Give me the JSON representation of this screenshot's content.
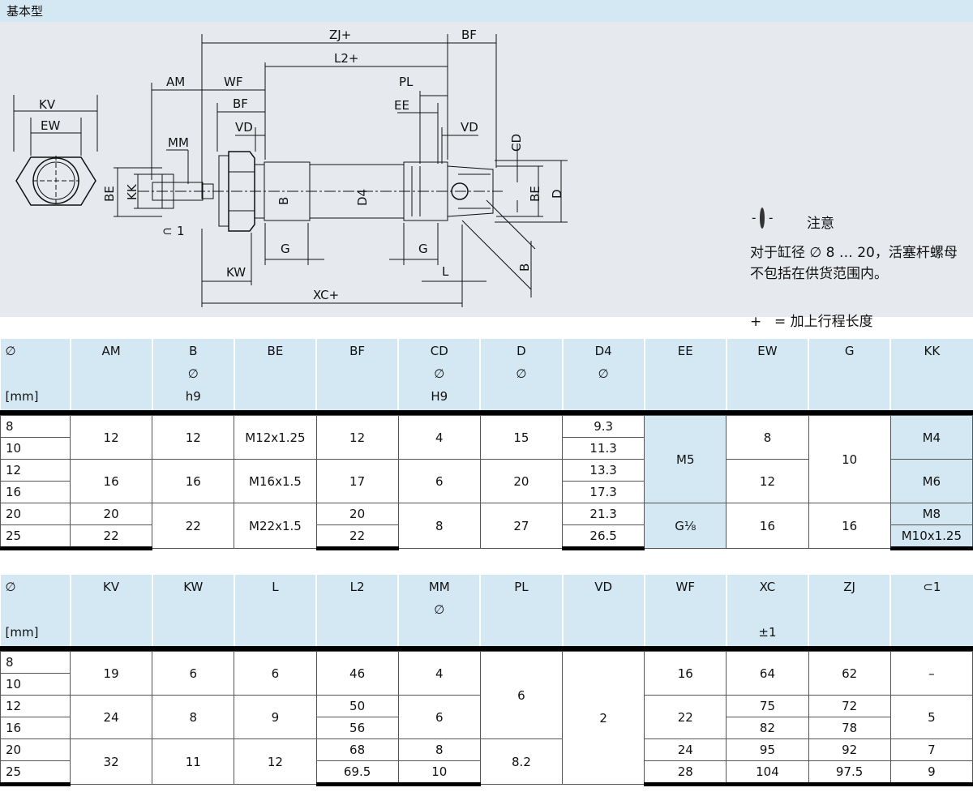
{
  "header": {
    "title": "基本型"
  },
  "drawing": {
    "labels": {
      "zj": "ZJ+",
      "bf_top": "BF",
      "l2": "L2+",
      "am": "AM",
      "wf": "WF",
      "bf_mid": "BF",
      "vd_left": "VD",
      "pl": "PL",
      "ee": "EE",
      "vd_right": "VD",
      "kv": "KV",
      "ew": "EW",
      "mm": "MM",
      "cd": "CD",
      "be_left": "BE",
      "kk": "KK",
      "b_mid": "B",
      "d4": "D4",
      "be_right": "BE",
      "d": "D",
      "wrench": "1",
      "g_left": "G",
      "g_right": "G",
      "l": "L",
      "b_diag": "B",
      "kw": "KW",
      "xc": "XC+"
    },
    "note": {
      "title": "注意",
      "text": "对于缸径 ∅ 8 … 20，活塞杆螺母不包括在供货范围内。",
      "plus_symbol": "+",
      "plus_text": "= 加上行程长度"
    }
  },
  "table1": {
    "headers": [
      [
        "∅",
        "",
        "[mm]"
      ],
      [
        "AM",
        "",
        ""
      ],
      [
        "B",
        "∅",
        "h9"
      ],
      [
        "BE",
        "",
        ""
      ],
      [
        "BF",
        "",
        ""
      ],
      [
        "CD",
        "∅",
        "H9"
      ],
      [
        "D",
        "∅",
        ""
      ],
      [
        "D4",
        "∅",
        ""
      ],
      [
        "EE",
        "",
        ""
      ],
      [
        "EW",
        "",
        ""
      ],
      [
        "G",
        "",
        ""
      ],
      [
        "KK",
        "",
        ""
      ]
    ],
    "diameters": [
      "8",
      "10",
      "12",
      "16",
      "20",
      "25"
    ],
    "cells": {
      "am_8_10": "12",
      "am_12_16": "16",
      "am_20": "20",
      "am_25": "22",
      "b_8_10": "12",
      "b_12_16": "16",
      "b_20_25": "22",
      "be_8_10": "M12x1.25",
      "be_12_16": "M16x1.5",
      "be_20_25": "M22x1.5",
      "bf_8_10": "12",
      "bf_12_16": "17",
      "bf_20": "20",
      "bf_25": "22",
      "cd_8_10": "4",
      "cd_12_16": "6",
      "cd_20_25": "8",
      "d_8_10": "15",
      "d_12_16": "20",
      "d_20_25": "27",
      "d4_8": "9.3",
      "d4_10": "11.3",
      "d4_12": "13.3",
      "d4_16": "17.3",
      "d4_20": "21.3",
      "d4_25": "26.5",
      "ee_8_16": "M5",
      "ee_20_25": "G⅛",
      "ew_8_10": "8",
      "ew_12_16": "12",
      "ew_20_25": "16",
      "g_8_16": "10",
      "g_20_25": "16",
      "kk_8_10": "M4",
      "kk_12_16": "M6",
      "kk_20": "M8",
      "kk_25": "M10x1.25"
    }
  },
  "table2": {
    "headers": [
      [
        "∅",
        "",
        "[mm]"
      ],
      [
        "KV",
        "",
        ""
      ],
      [
        "KW",
        "",
        ""
      ],
      [
        "L",
        "",
        ""
      ],
      [
        "L2",
        "",
        ""
      ],
      [
        "MM",
        "∅",
        ""
      ],
      [
        "PL",
        "",
        ""
      ],
      [
        "VD",
        "",
        ""
      ],
      [
        "WF",
        "",
        ""
      ],
      [
        "XC",
        "",
        "±1"
      ],
      [
        "ZJ",
        "",
        ""
      ],
      [
        "⊂1",
        "",
        ""
      ]
    ],
    "diameters": [
      "8",
      "10",
      "12",
      "16",
      "20",
      "25"
    ],
    "cells": {
      "kv_8_10": "19",
      "kv_12_16": "24",
      "kv_20_25": "32",
      "kw_8_10": "6",
      "kw_12_16": "8",
      "kw_20_25": "11",
      "l_8_10": "6",
      "l_12_16": "9",
      "l_20_25": "12",
      "l2_8_10": "46",
      "l2_12": "50",
      "l2_16": "56",
      "l2_20": "68",
      "l2_25": "69.5",
      "mm_8_10": "4",
      "mm_12_16": "6",
      "mm_20": "8",
      "mm_25": "10",
      "pl_8_16": "6",
      "pl_20_25": "8.2",
      "vd_all": "2",
      "wf_8_10": "16",
      "wf_12_16": "22",
      "wf_20": "24",
      "wf_25": "28",
      "xc_8_10": "64",
      "xc_12": "75",
      "xc_16": "82",
      "xc_20": "95",
      "xc_25": "104",
      "zj_8_10": "62",
      "zj_12": "72",
      "zj_16": "78",
      "zj_20": "92",
      "zj_25": "97.5",
      "wr_8_10": "–",
      "wr_12_16": "5",
      "wr_20": "7",
      "wr_25": "9"
    }
  }
}
